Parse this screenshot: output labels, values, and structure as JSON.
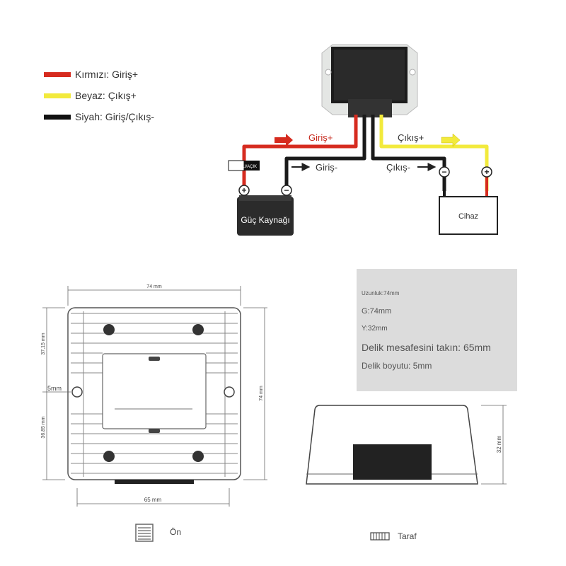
{
  "legend": [
    {
      "color": "#d62b1f",
      "label": "Kırmızı: Giriş+"
    },
    {
      "color": "#f2ea3c",
      "label": "Beyaz: Çıkış+"
    },
    {
      "color": "#111111",
      "label": "Siyah: Giriş/Çıkış-"
    }
  ],
  "wiring": {
    "input_plus": "Giriş+",
    "output_plus": "Çıkış+",
    "input_minus": "Giriş-",
    "output_minus": "Çıkış-",
    "switch_label": "KAPALI/AÇIK",
    "power_source": "Güç Kaynağı",
    "device": "Cihaz",
    "plus_symbol": "+",
    "minus_symbol": "−"
  },
  "dimensions": {
    "top_width": "74 mm",
    "height_right": "74 mm",
    "upper_left": "37,15 mm",
    "lower_left": "36,85 mm",
    "hole": "5mm",
    "bottom_width": "65 mm",
    "side_height": "32 mm"
  },
  "specs": {
    "length": "Uzunluk:74mm",
    "width": "G:74mm",
    "height": "Y:32mm",
    "hole_distance": "Delik mesafesini takın: 65mm",
    "hole_size": "Delik boyutu: 5mm"
  },
  "views": {
    "front": "Ön",
    "side": "Taraf"
  }
}
